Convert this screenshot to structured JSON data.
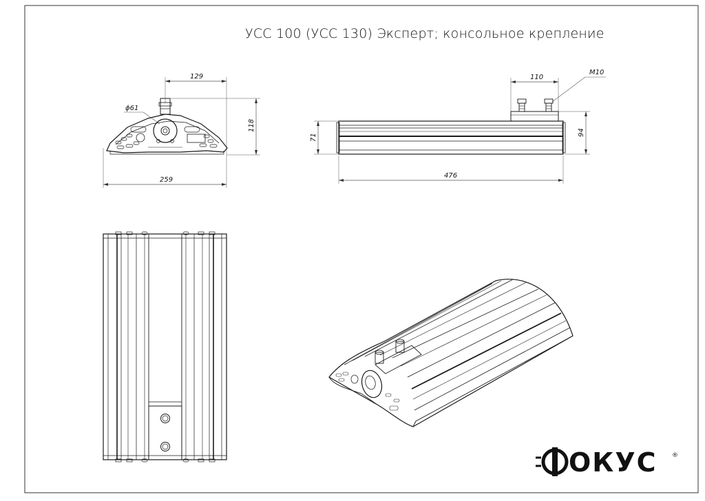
{
  "title": "УСС 100 (УСС 130) Эксперт; консольное крепление",
  "dimensions": {
    "front_width_top": "129",
    "front_diameter": "ϕ61",
    "front_height": "118",
    "front_width_bottom": "259",
    "side_bracket": "110",
    "side_thread": "M10",
    "side_height_left": "71",
    "side_height_right": "94",
    "side_length": "476"
  },
  "logo": {
    "text": "ФОКУС",
    "registered": "®"
  },
  "colors": {
    "line": "#1a1a1a",
    "thin": "#555555",
    "background": "#ffffff"
  }
}
